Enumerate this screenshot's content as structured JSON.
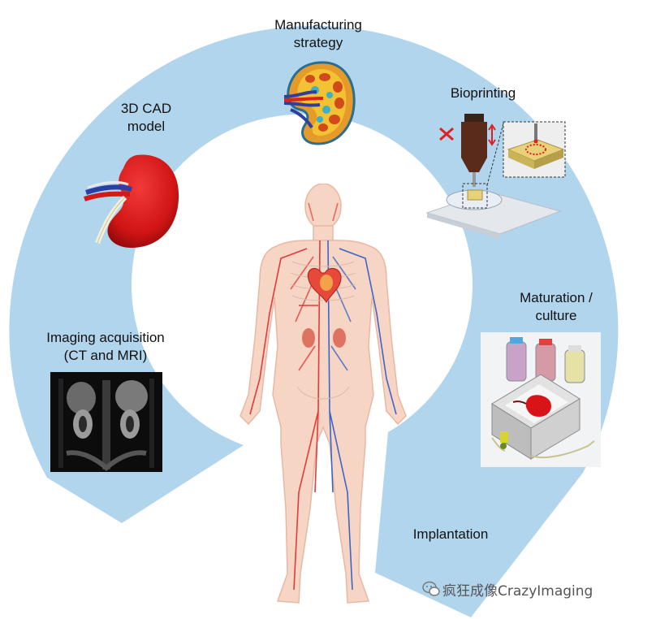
{
  "labels": {
    "manufacturing_line1": "Manufacturing",
    "manufacturing_line2": "strategy",
    "cad_line1": "3D CAD",
    "cad_line2": "model",
    "bioprinting": "Bioprinting",
    "maturation_line1": "Maturation /",
    "maturation_line2": "culture",
    "imaging_line1": "Imaging acquisition",
    "imaging_line2": "(CT and MRI)",
    "implantation": "Implantation"
  },
  "watermark": "疯狂成像CrazyImaging",
  "icons": {
    "kidney_cad": "kidney-3d-model-icon",
    "kidney_cross_section": "kidney-cross-section-icon",
    "bioprinter": "bioprinter-icon",
    "bioreactor": "bioreactor-icon",
    "mri_scan": "mri-scan-icon",
    "human_body": "human-body-vascular-icon",
    "wechat": "wechat-icon",
    "move_arrows": "cross-arrows-icon",
    "vertical_arrows": "up-down-arrows-icon"
  },
  "colors": {
    "ring": "#b2d5ee",
    "kidney_red": "#d91418",
    "artery_red": "#e23b3b",
    "vein_blue": "#3f64c8",
    "body_skin": "#f6d5c4",
    "bioink_brown": "#5a2a1a"
  }
}
